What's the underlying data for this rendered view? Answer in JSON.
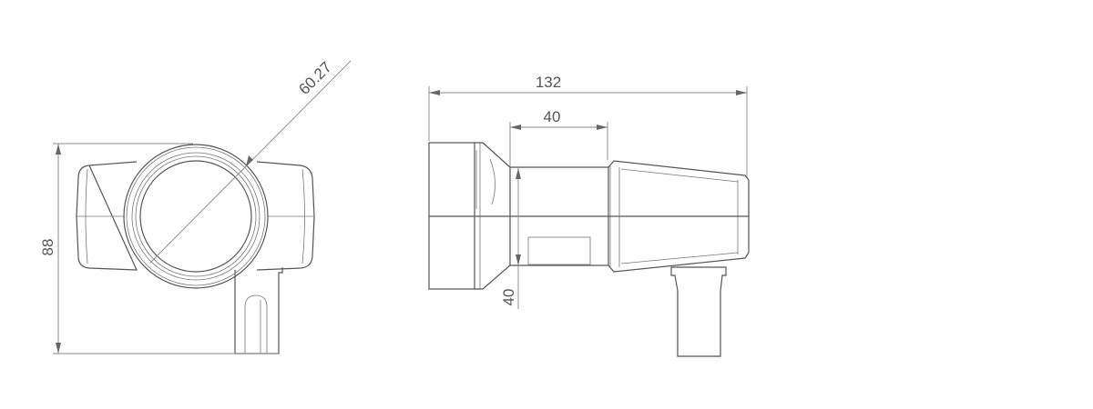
{
  "drawing": {
    "front_view": {
      "dimensions": {
        "height": "88",
        "diameter": "60.27"
      }
    },
    "side_view": {
      "dimensions": {
        "overall_length": "132",
        "body_length": "40",
        "body_height": "40"
      }
    }
  },
  "colors": {
    "line": "#555555",
    "dimension": "#888888"
  }
}
